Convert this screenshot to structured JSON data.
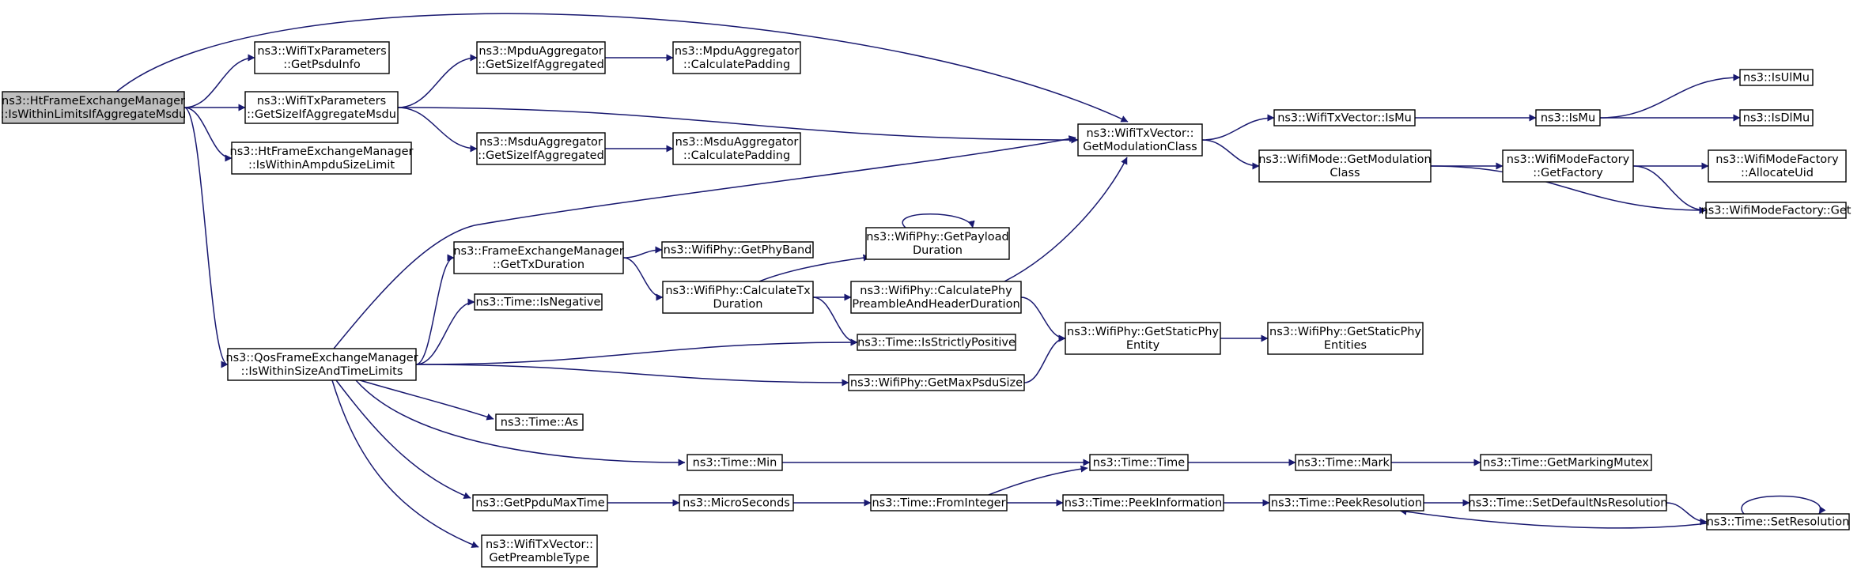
{
  "graph": {
    "edge_color": "#191970",
    "root_fill": "#bfbfbf",
    "nodes": [
      {
        "id": "root",
        "lines": [
          "ns3::HtFrameExchangeManager",
          "::IsWithinLimitsIfAggregateMsdu"
        ],
        "root": true
      },
      {
        "id": "wtp_getpsdu",
        "lines": [
          "ns3::WifiTxParameters",
          "::GetPsduInfo"
        ]
      },
      {
        "id": "wtp_getsize",
        "lines": [
          "ns3::WifiTxParameters",
          "::GetSizeIfAggregateMsdu"
        ]
      },
      {
        "id": "htfem_ampdu",
        "lines": [
          "ns3::HtFrameExchangeManager",
          "::IsWithinAmpduSizeLimit"
        ]
      },
      {
        "id": "qos_limits",
        "lines": [
          "ns3::QosFrameExchangeManager",
          "::IsWithinSizeAndTimeLimits"
        ]
      },
      {
        "id": "mpdu_getsize",
        "lines": [
          "ns3::MpduAggregator",
          "::GetSizeIfAggregated"
        ]
      },
      {
        "id": "mpdu_pad",
        "lines": [
          "ns3::MpduAggregator",
          "::CalculatePadding"
        ]
      },
      {
        "id": "msdu_getsize",
        "lines": [
          "ns3::MsduAggregator",
          "::GetSizeIfAggregated"
        ]
      },
      {
        "id": "msdu_pad",
        "lines": [
          "ns3::MsduAggregator",
          "::CalculatePadding"
        ]
      },
      {
        "id": "txv_getmod",
        "lines": [
          "ns3::WifiTxVector::",
          "GetModulationClass"
        ]
      },
      {
        "id": "txv_ismu",
        "lines": [
          "ns3::WifiTxVector::IsMu"
        ]
      },
      {
        "id": "ismu",
        "lines": [
          "ns3::IsMu"
        ]
      },
      {
        "id": "isulmu",
        "lines": [
          "ns3::IsUlMu"
        ]
      },
      {
        "id": "isdlmu",
        "lines": [
          "ns3::IsDlMu"
        ]
      },
      {
        "id": "mode_getmod",
        "lines": [
          "ns3::WifiMode::GetModulation",
          "Class"
        ]
      },
      {
        "id": "mf_getfactory",
        "lines": [
          "ns3::WifiModeFactory",
          "::GetFactory"
        ]
      },
      {
        "id": "mf_alloc",
        "lines": [
          "ns3::WifiModeFactory",
          "::AllocateUid"
        ]
      },
      {
        "id": "mf_get",
        "lines": [
          "ns3::WifiModeFactory::Get"
        ]
      },
      {
        "id": "fem_gettx",
        "lines": [
          "ns3::FrameExchangeManager",
          "::GetTxDuration"
        ]
      },
      {
        "id": "phy_band",
        "lines": [
          "ns3::WifiPhy::GetPhyBand"
        ]
      },
      {
        "id": "phy_payload",
        "lines": [
          "ns3::WifiPhy::GetPayload",
          "Duration"
        ]
      },
      {
        "id": "phy_calctx",
        "lines": [
          "ns3::WifiPhy::CalculateTx",
          "Duration"
        ]
      },
      {
        "id": "phy_preamble",
        "lines": [
          "ns3::WifiPhy::CalculatePhy",
          "PreambleAndHeaderDuration"
        ]
      },
      {
        "id": "time_isneg",
        "lines": [
          "ns3::Time::IsNegative"
        ]
      },
      {
        "id": "time_ispos",
        "lines": [
          "ns3::Time::IsStrictlyPositive"
        ]
      },
      {
        "id": "phy_static",
        "lines": [
          "ns3::WifiPhy::GetStaticPhy",
          "Entity"
        ]
      },
      {
        "id": "phy_statics",
        "lines": [
          "ns3::WifiPhy::GetStaticPhy",
          "Entities"
        ]
      },
      {
        "id": "phy_maxpsdu",
        "lines": [
          "ns3::WifiPhy::GetMaxPsduSize"
        ]
      },
      {
        "id": "time_as",
        "lines": [
          "ns3::Time::As"
        ]
      },
      {
        "id": "time_min",
        "lines": [
          "ns3::Time::Min"
        ]
      },
      {
        "id": "time_time",
        "lines": [
          "ns3::Time::Time"
        ]
      },
      {
        "id": "time_mark",
        "lines": [
          "ns3::Time::Mark"
        ]
      },
      {
        "id": "time_mutex",
        "lines": [
          "ns3::Time::GetMarkingMutex"
        ]
      },
      {
        "id": "ppdu_max",
        "lines": [
          "ns3::GetPpduMaxTime"
        ]
      },
      {
        "id": "micro",
        "lines": [
          "ns3::MicroSeconds"
        ]
      },
      {
        "id": "time_fromint",
        "lines": [
          "ns3::Time::FromInteger"
        ]
      },
      {
        "id": "time_peekinfo",
        "lines": [
          "ns3::Time::PeekInformation"
        ]
      },
      {
        "id": "time_peekres",
        "lines": [
          "ns3::Time::PeekResolution"
        ]
      },
      {
        "id": "time_setdef",
        "lines": [
          "ns3::Time::SetDefaultNsResolution"
        ]
      },
      {
        "id": "time_setres",
        "lines": [
          "ns3::Time::SetResolution"
        ]
      },
      {
        "id": "txv_preamble",
        "lines": [
          "ns3::WifiTxVector::",
          "GetPreambleType"
        ]
      }
    ],
    "edges": [
      [
        "root",
        "txv_getmod"
      ],
      [
        "root",
        "wtp_getpsdu"
      ],
      [
        "root",
        "wtp_getsize"
      ],
      [
        "root",
        "htfem_ampdu"
      ],
      [
        "root",
        "qos_limits"
      ],
      [
        "wtp_getsize",
        "mpdu_getsize"
      ],
      [
        "wtp_getsize",
        "msdu_getsize"
      ],
      [
        "wtp_getsize",
        "txv_getmod"
      ],
      [
        "mpdu_getsize",
        "mpdu_pad"
      ],
      [
        "msdu_getsize",
        "msdu_pad"
      ],
      [
        "txv_getmod",
        "txv_ismu"
      ],
      [
        "txv_getmod",
        "mode_getmod"
      ],
      [
        "txv_ismu",
        "ismu"
      ],
      [
        "ismu",
        "isulmu"
      ],
      [
        "ismu",
        "isdlmu"
      ],
      [
        "mode_getmod",
        "mf_getfactory"
      ],
      [
        "mode_getmod",
        "mf_get"
      ],
      [
        "mf_getfactory",
        "mf_alloc"
      ],
      [
        "mf_getfactory",
        "mf_get"
      ],
      [
        "qos_limits",
        "txv_getmod"
      ],
      [
        "qos_limits",
        "fem_gettx"
      ],
      [
        "qos_limits",
        "time_isneg"
      ],
      [
        "qos_limits",
        "time_ispos"
      ],
      [
        "qos_limits",
        "phy_maxpsdu"
      ],
      [
        "qos_limits",
        "time_as"
      ],
      [
        "qos_limits",
        "time_min"
      ],
      [
        "qos_limits",
        "ppdu_max"
      ],
      [
        "qos_limits",
        "txv_preamble"
      ],
      [
        "fem_gettx",
        "phy_band"
      ],
      [
        "fem_gettx",
        "phy_calctx"
      ],
      [
        "phy_calctx",
        "phy_payload"
      ],
      [
        "phy_calctx",
        "phy_preamble"
      ],
      [
        "phy_calctx",
        "time_ispos"
      ],
      [
        "phy_payload",
        "phy_payload"
      ],
      [
        "phy_preamble",
        "txv_getmod"
      ],
      [
        "phy_preamble",
        "phy_static"
      ],
      [
        "phy_maxpsdu",
        "phy_static"
      ],
      [
        "phy_static",
        "phy_statics"
      ],
      [
        "time_min",
        "time_time"
      ],
      [
        "time_time",
        "time_mark"
      ],
      [
        "time_mark",
        "time_mutex"
      ],
      [
        "ppdu_max",
        "micro"
      ],
      [
        "micro",
        "time_fromint"
      ],
      [
        "time_fromint",
        "time_time"
      ],
      [
        "time_fromint",
        "time_peekinfo"
      ],
      [
        "time_peekinfo",
        "time_peekres"
      ],
      [
        "time_peekres",
        "time_setdef"
      ],
      [
        "time_setdef",
        "time_setres"
      ],
      [
        "time_setres",
        "time_peekres"
      ],
      [
        "time_setres",
        "time_setres"
      ]
    ]
  }
}
